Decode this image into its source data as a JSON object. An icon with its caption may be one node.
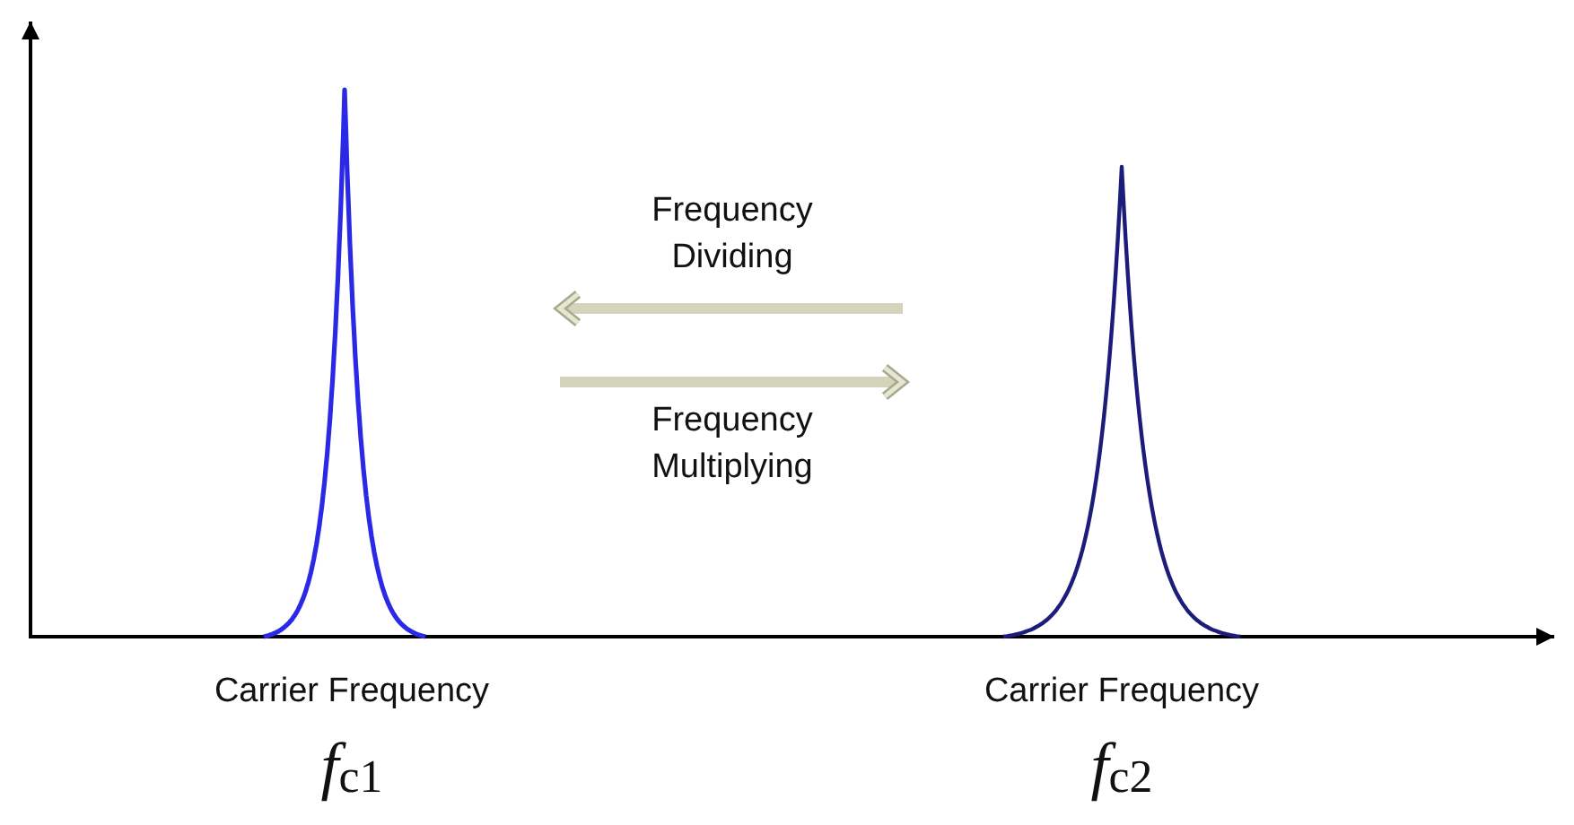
{
  "diagram": {
    "nodes": [
      {
        "text": [
          "Carrier Frequency",
          "*f*$_{c1}$"
        ]
      },
      {
        "text": [
          "Carrier Frequency",
          "*f*$_{c2}$"
        ]
      }
    ],
    "edges": [
      {
        "from": 1,
        "to": 0,
        "arrow": "to",
        "label": "Frequency Dividing"
      },
      {
        "from": 0,
        "to": 1,
        "arrow": "to",
        "label": "Frequency Multiplying"
      }
    ]
  }
}
